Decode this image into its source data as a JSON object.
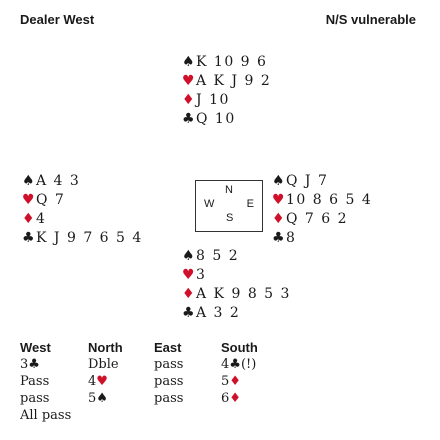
{
  "header": {
    "dealer": "Dealer West",
    "vulnerability": "N/S vulnerable"
  },
  "suits": {
    "spades": "♠",
    "hearts": "♥",
    "diamonds": "♦",
    "clubs": "♣"
  },
  "colors": {
    "red": "#d0102a",
    "black": "#1a1a1a"
  },
  "compass": {
    "north": "N",
    "west": "W",
    "east": "E",
    "south": "S"
  },
  "hands": {
    "north": {
      "spades": "K 10 9 6",
      "hearts": "A K J 9 2",
      "diamonds": "J 10",
      "clubs": "Q 10"
    },
    "west": {
      "spades": "A 4 3",
      "hearts": "Q 7",
      "diamonds": "4",
      "clubs": "K J 9 7 6 5 4"
    },
    "east": {
      "spades": "Q J 7",
      "hearts": "10 8 6 5 4",
      "diamonds": "Q 7 6 2",
      "clubs": "8"
    },
    "south": {
      "spades": "8 5 2",
      "hearts": "3",
      "diamonds": "A K 9 8 5 3",
      "clubs": "A 3 2"
    }
  },
  "auction": {
    "headers": [
      "West",
      "North",
      "East",
      "South"
    ],
    "rows": [
      [
        {
          "t": "3",
          "s": "♣"
        },
        {
          "t": "Dble"
        },
        {
          "t": "pass"
        },
        {
          "t": "4",
          "s": "♣",
          "x": "(!)"
        }
      ],
      [
        {
          "t": "Pass"
        },
        {
          "t": "4",
          "s": "♥"
        },
        {
          "t": "pass"
        },
        {
          "t": "5",
          "s": "♦"
        }
      ],
      [
        {
          "t": "pass"
        },
        {
          "t": "5",
          "s": "♠"
        },
        {
          "t": "pass"
        },
        {
          "t": "6",
          "s": "♦"
        }
      ]
    ],
    "final": "All pass"
  }
}
